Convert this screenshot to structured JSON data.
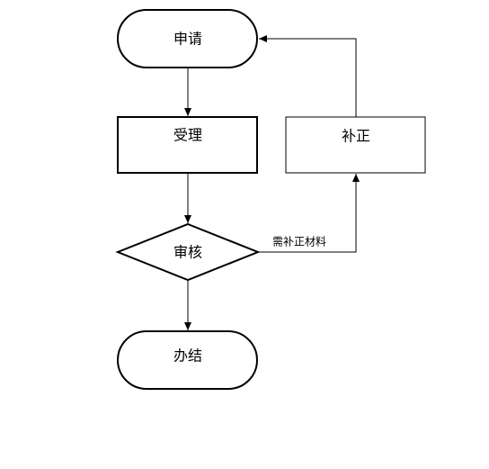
{
  "flowchart": {
    "nodes": {
      "apply": "申请",
      "accept": "受理",
      "review": "审核",
      "complete": "办结",
      "supplement": "补正"
    },
    "edges": {
      "need_supplement": "需补正材料"
    }
  }
}
